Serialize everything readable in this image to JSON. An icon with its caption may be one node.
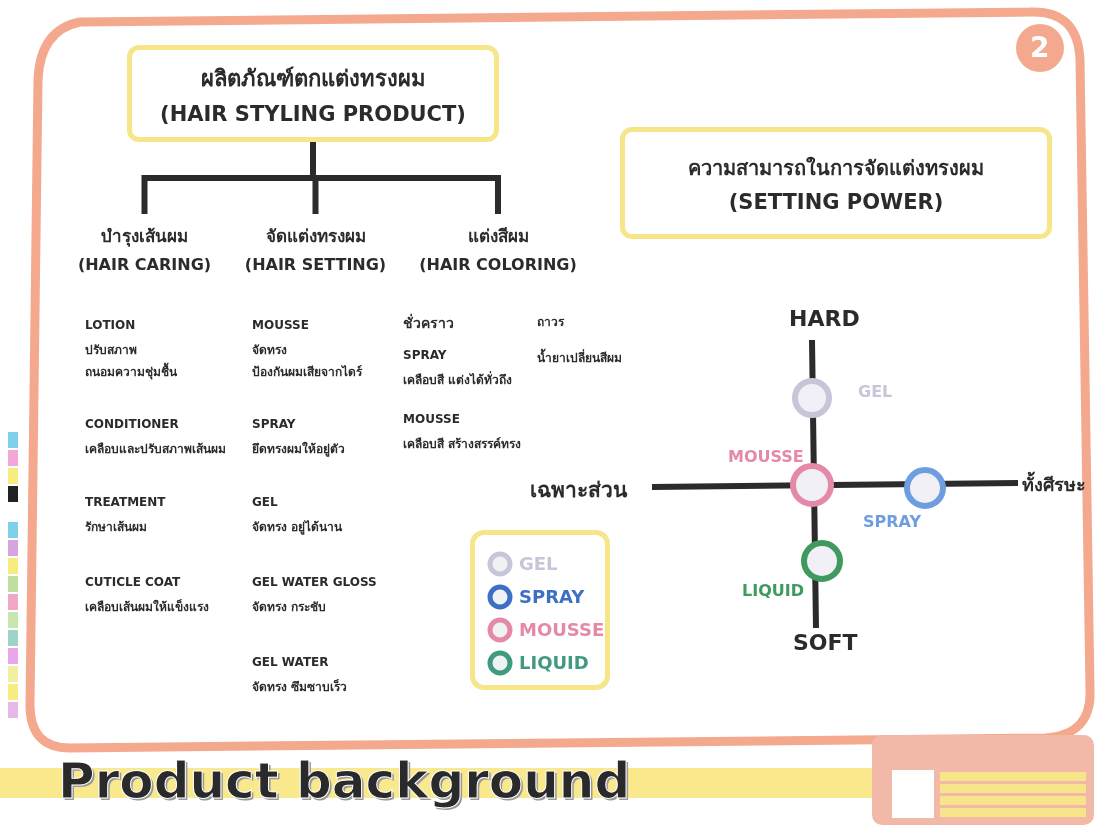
{
  "diagram": {
    "title": "Product background",
    "nodes": [
      {
        "text": [
          "ผลิตภัณฑ์ตกแต่งทรงผม",
          "(HAIR STYLING PRODUCT)"
        ]
      },
      {
        "text": [
          "บำรุงเส้นผม",
          "(HAIR CARING)"
        ]
      },
      {
        "text": [
          "จัดแต่งทรงผม",
          "(HAIR SETTING)"
        ]
      },
      {
        "text": [
          "แต่งสีผม",
          "(HAIR COLORING)"
        ]
      },
      {
        "text": [
          "ความสามารถในการจัดแต่งทรงผม",
          "(SETTING POWER)"
        ]
      },
      {
        "text": [],
        "shape": "circle",
        "beside": [
          "GEL"
        ]
      },
      {
        "text": [],
        "shape": "circle",
        "beside": [
          "MOUSSE"
        ]
      },
      {
        "text": [],
        "shape": "circle",
        "beside": [
          "SPRAY"
        ]
      },
      {
        "text": [],
        "shape": "circle",
        "beside": [
          "LIQUID"
        ]
      }
    ],
    "edges": [
      {
        "from": 0,
        "to": 1,
        "arrow": "none"
      },
      {
        "from": 0,
        "to": 2,
        "arrow": "none"
      },
      {
        "from": 0,
        "to": 3,
        "arrow": "none"
      }
    ],
    "labels": [
      "LOTION",
      "ปรับสภาพ",
      "ถนอมความชุ่มชื้น",
      "CONDITIONER",
      "เคลือบและปรับสภาพเส้นผม",
      "TREATMENT",
      "รักษาเส้นผม",
      "CUTICLE COAT",
      "เคลือบเส้นผมให้แข็งแรง",
      "MOUSSE",
      "จัดทรง",
      "ป้องกันผมเสียจากไดร์",
      "SPRAY",
      "ยึดทรงผมให้อยู่ตัว",
      "GEL",
      "จัดทรง อยู่ได้นาน",
      "GEL WATER GLOSS",
      "จัดทรง กระชับ",
      "GEL WATER",
      "จัดทรง ซึมซาบเร็ว",
      "ชั่วคราว",
      "SPRAY",
      "เคลือบสี แต่งได้ทั่วถึง",
      "MOUSSE",
      "เคลือบสี สร้างสรรค์ทรง",
      "ถาวร",
      "น้ำยาเปลี่ยนสีผม",
      "HARD",
      "เฉพาะส่วน",
      "ทั้งศีรษะ",
      "SOFT",
      "2"
    ],
    "legend": [
      {
        "text": "GEL",
        "color": "#c9c5d9"
      },
      {
        "text": "SPRAY",
        "color": "#3f6fc4"
      },
      {
        "text": "MOUSSE",
        "color": "#e48aa8"
      },
      {
        "text": "LIQUID",
        "color": "#3f9a80"
      }
    ]
  }
}
